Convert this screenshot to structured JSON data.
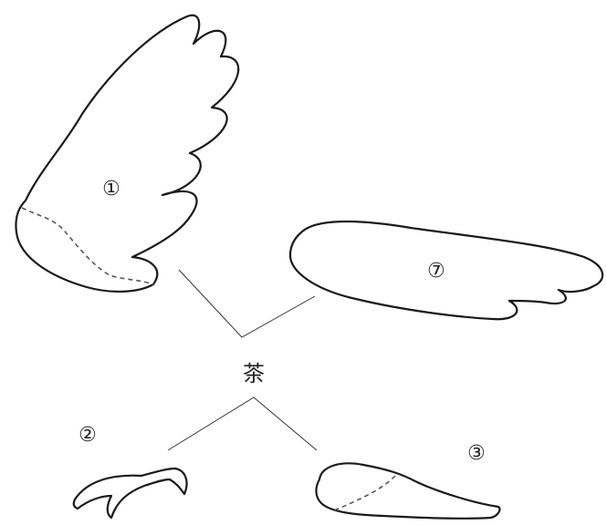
{
  "labels": {
    "part1": "①",
    "part2": "②",
    "part3": "③",
    "part7": "⑦",
    "center": "茶"
  }
}
